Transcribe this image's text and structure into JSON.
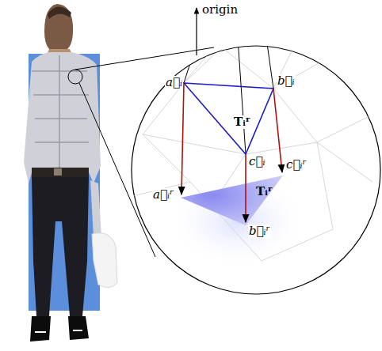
{
  "diagram": {
    "labels": [
      "origin",
      "a⃗ᵢ",
      "b⃗ᵢ",
      "c⃗ᵢ",
      "Tᵢʳ",
      "a⃗ᵢʳ",
      "b⃗ᵢʳ",
      "c⃗ᵢʳ",
      "Tᵢʳ"
    ]
  }
}
